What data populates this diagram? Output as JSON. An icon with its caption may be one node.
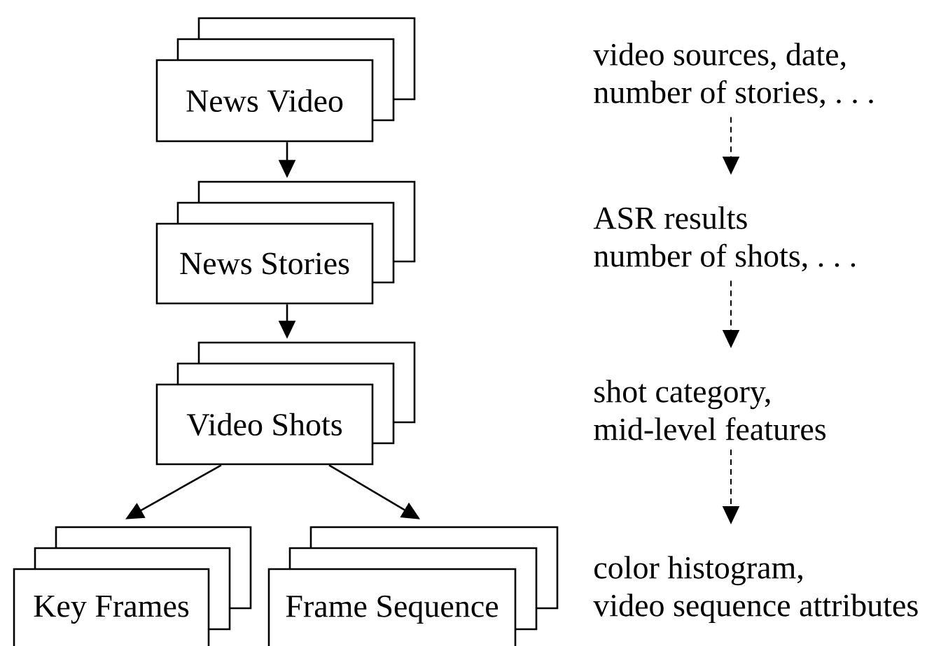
{
  "diagram": {
    "nodes": [
      {
        "text": [
          "News Video"
        ]
      },
      {
        "text": [
          "News Stories"
        ]
      },
      {
        "text": [
          "Video Shots"
        ]
      },
      {
        "text": [
          "Key Frames"
        ]
      },
      {
        "text": [
          "Frame Sequence"
        ]
      },
      {
        "text": [
          "video sources, date, number of stories, . . ."
        ]
      },
      {
        "text": [
          "ASR results number of shots, . . ."
        ]
      },
      {
        "text": [
          "shot category, mid-level features"
        ]
      },
      {
        "text": [
          "color histogram, video sequence attributes"
        ]
      }
    ],
    "edges": [
      {
        "from": 0,
        "to": 1,
        "arrow": "to"
      },
      {
        "from": 1,
        "to": 2,
        "arrow": "to"
      },
      {
        "from": 2,
        "to": 3,
        "arrow": "to"
      },
      {
        "from": 2,
        "to": 4,
        "arrow": "to"
      },
      {
        "from": 5,
        "to": 6,
        "arrow": "to",
        "style": "dashed"
      },
      {
        "from": 6,
        "to": 7,
        "arrow": "to",
        "style": "dashed"
      },
      {
        "from": 7,
        "to": 8,
        "arrow": "to",
        "style": "dashed"
      }
    ]
  }
}
